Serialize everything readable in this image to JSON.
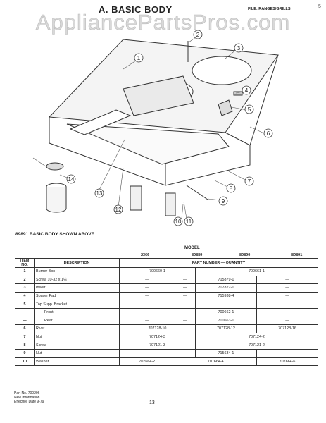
{
  "title": "A. BASIC BODY",
  "file_ref": "FILE: RANGES/GRILLS",
  "watermark": "AppliancePartsPros.com",
  "callouts": [
    "1",
    "2",
    "3",
    "4",
    "5",
    "6",
    "7",
    "8",
    "9",
    "10",
    "11",
    "12",
    "13",
    "14"
  ],
  "caption": "89891 BASIC BODY SHOWN ABOVE",
  "model_header": "MODEL",
  "models": [
    "2366",
    "89889",
    "89890",
    "89891"
  ],
  "table": {
    "item_header": "ITEM NO.",
    "description_header": "DESCRIPTION",
    "part_number_header": "PART NUMBER — QUANTITY",
    "rows": [
      {
        "item": "1",
        "desc": "Burner Box",
        "cells": [
          {
            "text": "700660-1",
            "span": 2
          },
          {
            "text": "700661-1",
            "span": 2
          }
        ]
      },
      {
        "item": "2",
        "desc": "Screw 10-32 x 1¼",
        "cells": [
          {
            "text": "—",
            "span": 1
          },
          {
            "text": "—",
            "span": 1
          },
          {
            "text": "715879-1",
            "span": 1
          },
          {
            "text": "—",
            "span": 1
          }
        ]
      },
      {
        "item": "3",
        "desc": "Insert",
        "cells": [
          {
            "text": "—",
            "span": 1
          },
          {
            "text": "—",
            "span": 1
          },
          {
            "text": "707822-1",
            "span": 1
          },
          {
            "text": "—",
            "span": 1
          }
        ]
      },
      {
        "item": "4",
        "desc": "Spacer Pad",
        "cells": [
          {
            "text": "—",
            "span": 1
          },
          {
            "text": "—",
            "span": 1
          },
          {
            "text": "715938-4",
            "span": 1
          },
          {
            "text": "—",
            "span": 1
          }
        ]
      },
      {
        "item": "5",
        "desc": "Top Supp. Bracket",
        "cells": [
          {
            "text": "",
            "span": 1
          },
          {
            "text": "",
            "span": 1
          },
          {
            "text": "",
            "span": 1
          },
          {
            "text": "",
            "span": 1
          }
        ]
      },
      {
        "item": "—",
        "desc": "Front",
        "indent": true,
        "cells": [
          {
            "text": "—",
            "span": 1
          },
          {
            "text": "—",
            "span": 1
          },
          {
            "text": "700662-1",
            "span": 1
          },
          {
            "text": "—",
            "span": 1
          }
        ]
      },
      {
        "item": "—",
        "desc": "Rear",
        "indent": true,
        "cells": [
          {
            "text": "—",
            "span": 1
          },
          {
            "text": "—",
            "span": 1
          },
          {
            "text": "700663-1",
            "span": 1
          },
          {
            "text": "—",
            "span": 1
          }
        ]
      },
      {
        "item": "6",
        "desc": "Rivet",
        "cells": [
          {
            "text": "707128-10",
            "span": 2
          },
          {
            "text": "707128-12",
            "span": 1
          },
          {
            "text": "707128-16",
            "span": 1
          }
        ]
      },
      {
        "item": "7",
        "desc": "Nut",
        "cells": [
          {
            "text": "707124-3",
            "span": 2
          },
          {
            "text": "707124-2",
            "span": 2
          }
        ]
      },
      {
        "item": "8",
        "desc": "Screw",
        "cells": [
          {
            "text": "707121-3",
            "span": 2
          },
          {
            "text": "707121-2",
            "span": 2
          }
        ]
      },
      {
        "item": "9",
        "desc": "Nut",
        "cells": [
          {
            "text": "—",
            "span": 1
          },
          {
            "text": "—",
            "span": 1
          },
          {
            "text": "715634-1",
            "span": 1
          },
          {
            "text": "—",
            "span": 1
          }
        ]
      },
      {
        "item": "10",
        "desc": "Washer",
        "cells": [
          {
            "text": "707664-2",
            "span": 1
          },
          {
            "text": "707664-4",
            "span": 2
          },
          {
            "text": "707664-6",
            "span": 1
          }
        ]
      }
    ]
  },
  "footer": [
    "Part No. 700206",
    "New Information",
    "Effective Date 9-79"
  ],
  "page_number": "13",
  "margin_mark": "5"
}
